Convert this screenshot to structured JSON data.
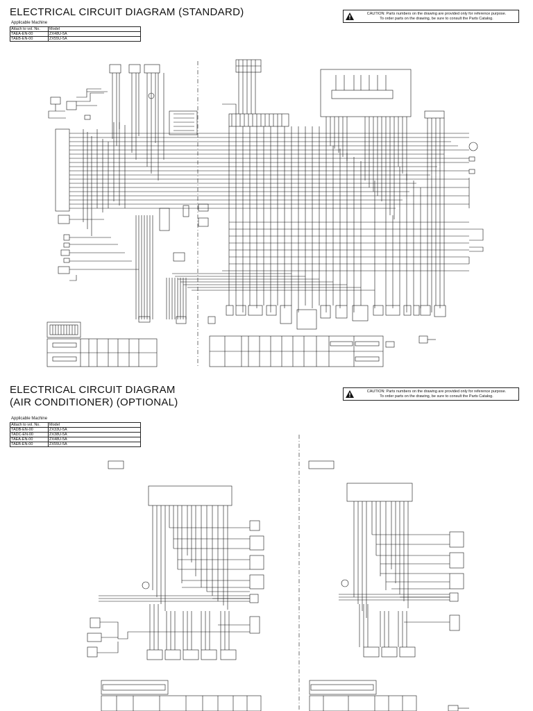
{
  "section1": {
    "title": "ELECTRICAL CIRCUIT DIAGRAM (STANDARD)",
    "caution": {
      "line1": "CAUTION: Parts numbers on the drawing are provided only for reference purpose.",
      "line2": "To order parts on the drawing, be sure to consult the Parts Catalog."
    },
    "applicable_label": "Applicable Machine",
    "table_header": [
      "Attach to vol. No.",
      "Model"
    ],
    "table_rows": [
      [
        "TAEA-EN-00",
        "ZX48U-5A"
      ],
      [
        "TAEB-EN-00",
        "ZX55U-5A"
      ]
    ]
  },
  "section2": {
    "title_line1": "ELECTRICAL CIRCUIT DIAGRAM",
    "title_line2": "(AIR CONDITIONER) (OPTIONAL)",
    "caution": {
      "line1": "CAUTION: Parts numbers on the drawing are provided only for reference purpose.",
      "line2": "To order parts on the drawing, be sure to consult the Parts Catalog."
    },
    "applicable_label": "Applicable Machine",
    "table_header": [
      "Attach to vol. No.",
      "Model"
    ],
    "table_rows": [
      [
        "TADB-EN-00",
        "ZX33U-5A"
      ],
      [
        "TADC-EN-00",
        "ZX38U-5A"
      ],
      [
        "TAEA-EN-00",
        "ZX48U-5A"
      ],
      [
        "TAEB-EN-00",
        "ZX55U-5A"
      ]
    ]
  }
}
